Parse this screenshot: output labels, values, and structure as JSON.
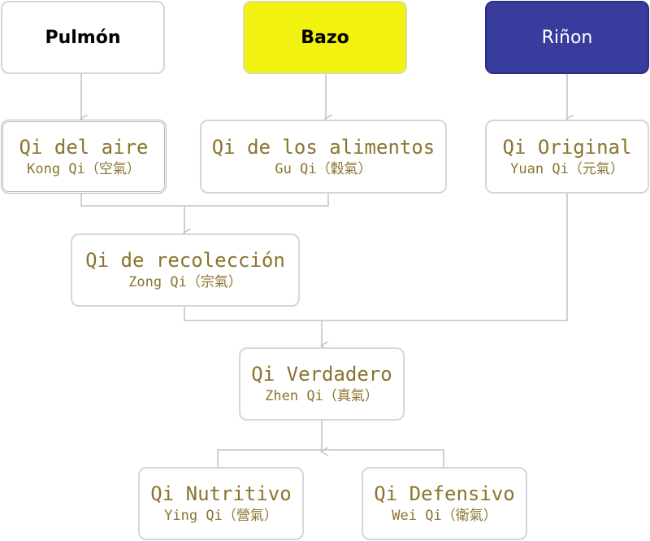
{
  "organs": {
    "pulmon": "Pulmón",
    "bazo": "Bazo",
    "rinon": "Riñon"
  },
  "nodes": {
    "kong": {
      "title": "Qi del aire",
      "subtitle": "Kong Qi（空氣）"
    },
    "gu": {
      "title": "Qi de los alimentos",
      "subtitle": "Gu Qi（穀氣）"
    },
    "yuan": {
      "title": "Qi Original",
      "subtitle": "Yuan Qi（元氣）"
    },
    "zong": {
      "title": "Qi de recolección",
      "subtitle": "Zong Qi（宗氣）"
    },
    "zhen": {
      "title": "Qi Verdadero",
      "subtitle": "Zhen Qi（真氣）"
    },
    "ying": {
      "title": "Qi Nutritivo",
      "subtitle": "Ying Qi（營氣）"
    },
    "wei": {
      "title": "Qi Defensivo",
      "subtitle": "Wei Qi（衛氣）"
    }
  },
  "colors": {
    "bazo_fill": "#f2f210",
    "rinon_fill": "#383c9c",
    "text_gold": "#8a7530",
    "border": "#d6d6d6",
    "connector": "#c4c4c4"
  }
}
